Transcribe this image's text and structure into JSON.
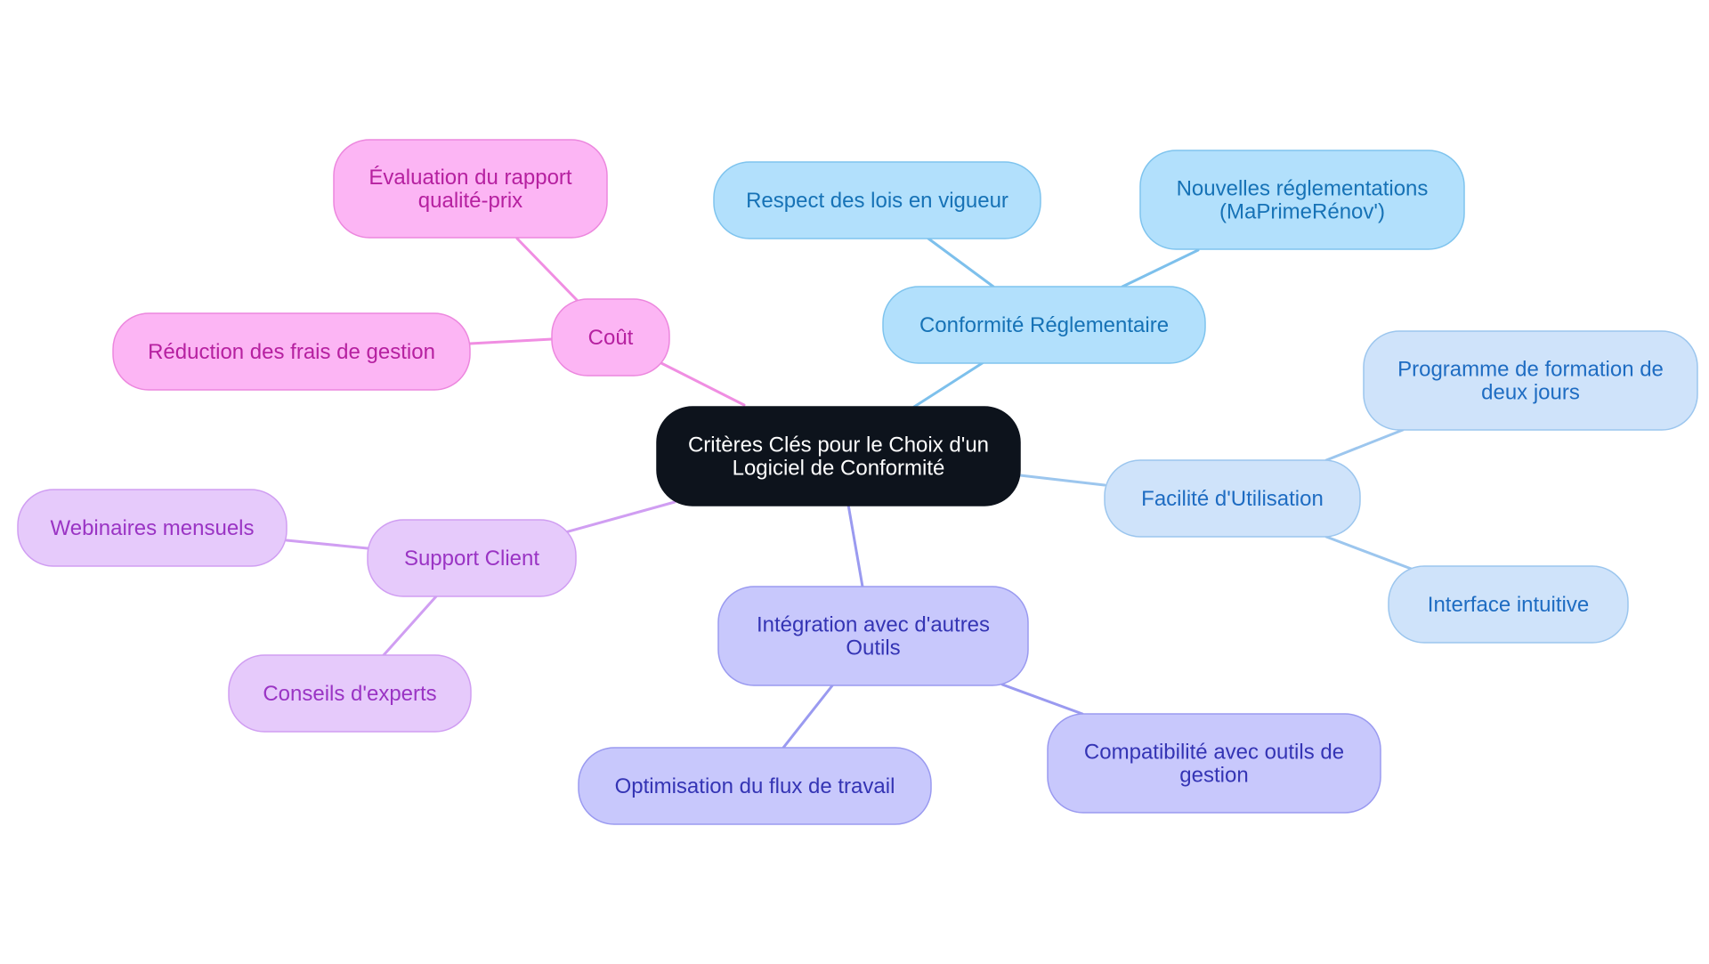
{
  "palette": {
    "center": {
      "fill": "#0d131c",
      "stroke": "#0d131c",
      "text": "#ffffff"
    },
    "pink": {
      "fill": "#fcb5f4",
      "stroke": "#ec87de",
      "text": "#b620a0",
      "line": "#f08ee2"
    },
    "skyblue": {
      "fill": "#b2e0fc",
      "stroke": "#7fc4ee",
      "text": "#1672b6",
      "line": "#7dc0ec"
    },
    "lightblue": {
      "fill": "#cfe3fa",
      "stroke": "#9cc6ee",
      "text": "#1e6cc2",
      "line": "#9cc6ee"
    },
    "periwinkle": {
      "fill": "#c8c8fc",
      "stroke": "#9a9af0",
      "text": "#3434b4",
      "line": "#9a9af0"
    },
    "lavender": {
      "fill": "#e6cafb",
      "stroke": "#d09ef2",
      "text": "#9a34c4",
      "line": "#d09ef2"
    }
  },
  "center": {
    "lines": [
      "Critères Clés pour le Choix d'un",
      "Logiciel de Conformité"
    ],
    "color": "center"
  },
  "branches": [
    {
      "id": "cout",
      "color": "pink",
      "lines": [
        "Coût"
      ],
      "children": [
        {
          "id": "evaluation",
          "lines": [
            "Évaluation du rapport",
            "qualité-prix"
          ]
        },
        {
          "id": "reduction",
          "lines": [
            "Réduction des frais de gestion"
          ]
        }
      ]
    },
    {
      "id": "conformite",
      "color": "skyblue",
      "lines": [
        "Conformité Réglementaire"
      ],
      "children": [
        {
          "id": "respect",
          "lines": [
            "Respect des lois en vigueur"
          ]
        },
        {
          "id": "nouvelles",
          "lines": [
            "Nouvelles réglementations",
            "(MaPrimeRénov')"
          ]
        }
      ]
    },
    {
      "id": "facilite",
      "color": "lightblue",
      "lines": [
        "Facilité d'Utilisation"
      ],
      "children": [
        {
          "id": "programme",
          "lines": [
            "Programme de formation de",
            "deux jours"
          ]
        },
        {
          "id": "interface",
          "lines": [
            "Interface intuitive"
          ]
        }
      ]
    },
    {
      "id": "integration",
      "color": "periwinkle",
      "lines": [
        "Intégration avec d'autres",
        "Outils"
      ],
      "children": [
        {
          "id": "optimisation",
          "lines": [
            "Optimisation du flux de travail"
          ]
        },
        {
          "id": "compatibilite",
          "lines": [
            "Compatibilité avec outils de",
            "gestion"
          ]
        }
      ]
    },
    {
      "id": "support",
      "color": "lavender",
      "lines": [
        "Support Client"
      ],
      "children": [
        {
          "id": "webinaires",
          "lines": [
            "Webinaires mensuels"
          ]
        },
        {
          "id": "conseils",
          "lines": [
            "Conseils d'experts"
          ]
        }
      ]
    }
  ]
}
